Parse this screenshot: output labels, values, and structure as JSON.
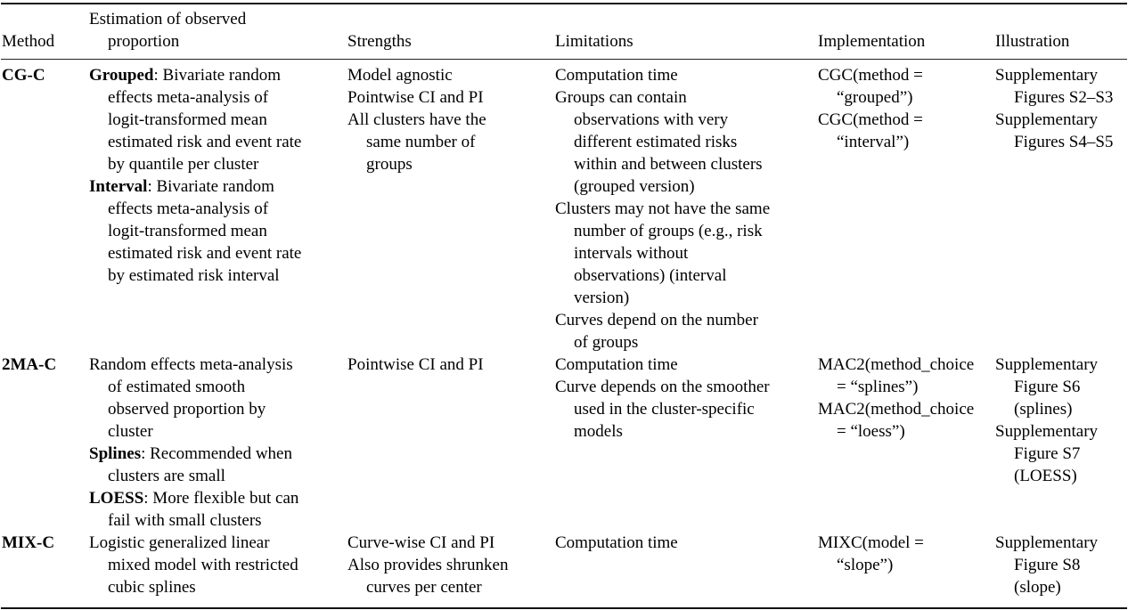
{
  "table": {
    "columns": [
      {
        "key": "method",
        "label": "Method"
      },
      {
        "key": "estimation",
        "label": "Estimation of observed\nproportion"
      },
      {
        "key": "strengths",
        "label": "Strengths"
      },
      {
        "key": "limitations",
        "label": "Limitations"
      },
      {
        "key": "implementation",
        "label": "Implementation"
      },
      {
        "key": "illustration",
        "label": "Illustration"
      }
    ],
    "rows": [
      {
        "method": "CG-C",
        "estimation": [
          {
            "bold": "Grouped",
            "text": ": Bivariate random\neffects meta-analysis of\nlogit-transformed mean\nestimated risk and event rate\nby quantile per cluster"
          },
          {
            "bold": "Interval",
            "text": ": Bivariate random\neffects meta-analysis of\nlogit-transformed mean\nestimated risk and event rate\nby estimated risk interval"
          }
        ],
        "strengths": [
          {
            "text": "Model agnostic"
          },
          {
            "text": "Pointwise CI and PI"
          },
          {
            "text": "All clusters have the\nsame number of\ngroups"
          }
        ],
        "limitations": [
          {
            "text": "Computation time"
          },
          {
            "text": "Groups can contain\nobservations with very\ndifferent estimated risks\nwithin and between clusters\n(grouped version)"
          },
          {
            "text": "Clusters may not have the same\nnumber of groups (e.g., risk\nintervals without\nobservations) (interval\nversion)"
          },
          {
            "text": "Curves depend on the number\nof groups"
          }
        ],
        "implementation": [
          {
            "text": "CGC(method =\n“grouped”)"
          },
          {
            "text": "CGC(method =\n“interval”)"
          }
        ],
        "illustration": [
          {
            "text": "Supplementary\nFigures S2–S3"
          },
          {
            "text": "Supplementary\nFigures S4–S5"
          }
        ]
      },
      {
        "method": "2MA-C",
        "estimation": [
          {
            "text": "Random effects meta-analysis\nof estimated smooth\nobserved proportion by\ncluster"
          },
          {
            "bold": "Splines",
            "text": ": Recommended when\nclusters are small"
          },
          {
            "bold": "LOESS",
            "text": ": More flexible but can\nfail with small clusters"
          }
        ],
        "strengths": [
          {
            "text": "Pointwise CI and PI"
          }
        ],
        "limitations": [
          {
            "text": "Computation time"
          },
          {
            "text": "Curve depends on the smoother\nused in the cluster-specific\nmodels"
          }
        ],
        "implementation": [
          {
            "text": "MAC2(method_choice\n= “splines”)"
          },
          {
            "text": "MAC2(method_choice\n= “loess”)"
          }
        ],
        "illustration": [
          {
            "text": "Supplementary\nFigure S6\n(splines)"
          },
          {
            "text": "Supplementary\nFigure S7\n(LOESS)"
          }
        ]
      },
      {
        "method": "MIX-C",
        "estimation": [
          {
            "text": "Logistic generalized linear\nmixed model with restricted\ncubic splines"
          }
        ],
        "strengths": [
          {
            "text": "Curve-wise CI and PI"
          },
          {
            "text": "Also provides shrunken\ncurves per center"
          }
        ],
        "limitations": [
          {
            "text": "Computation time"
          }
        ],
        "implementation": [
          {
            "text": "MIXC(model =\n“slope”)"
          }
        ],
        "illustration": [
          {
            "text": "Supplementary\nFigure S8\n(slope)"
          }
        ]
      }
    ]
  }
}
